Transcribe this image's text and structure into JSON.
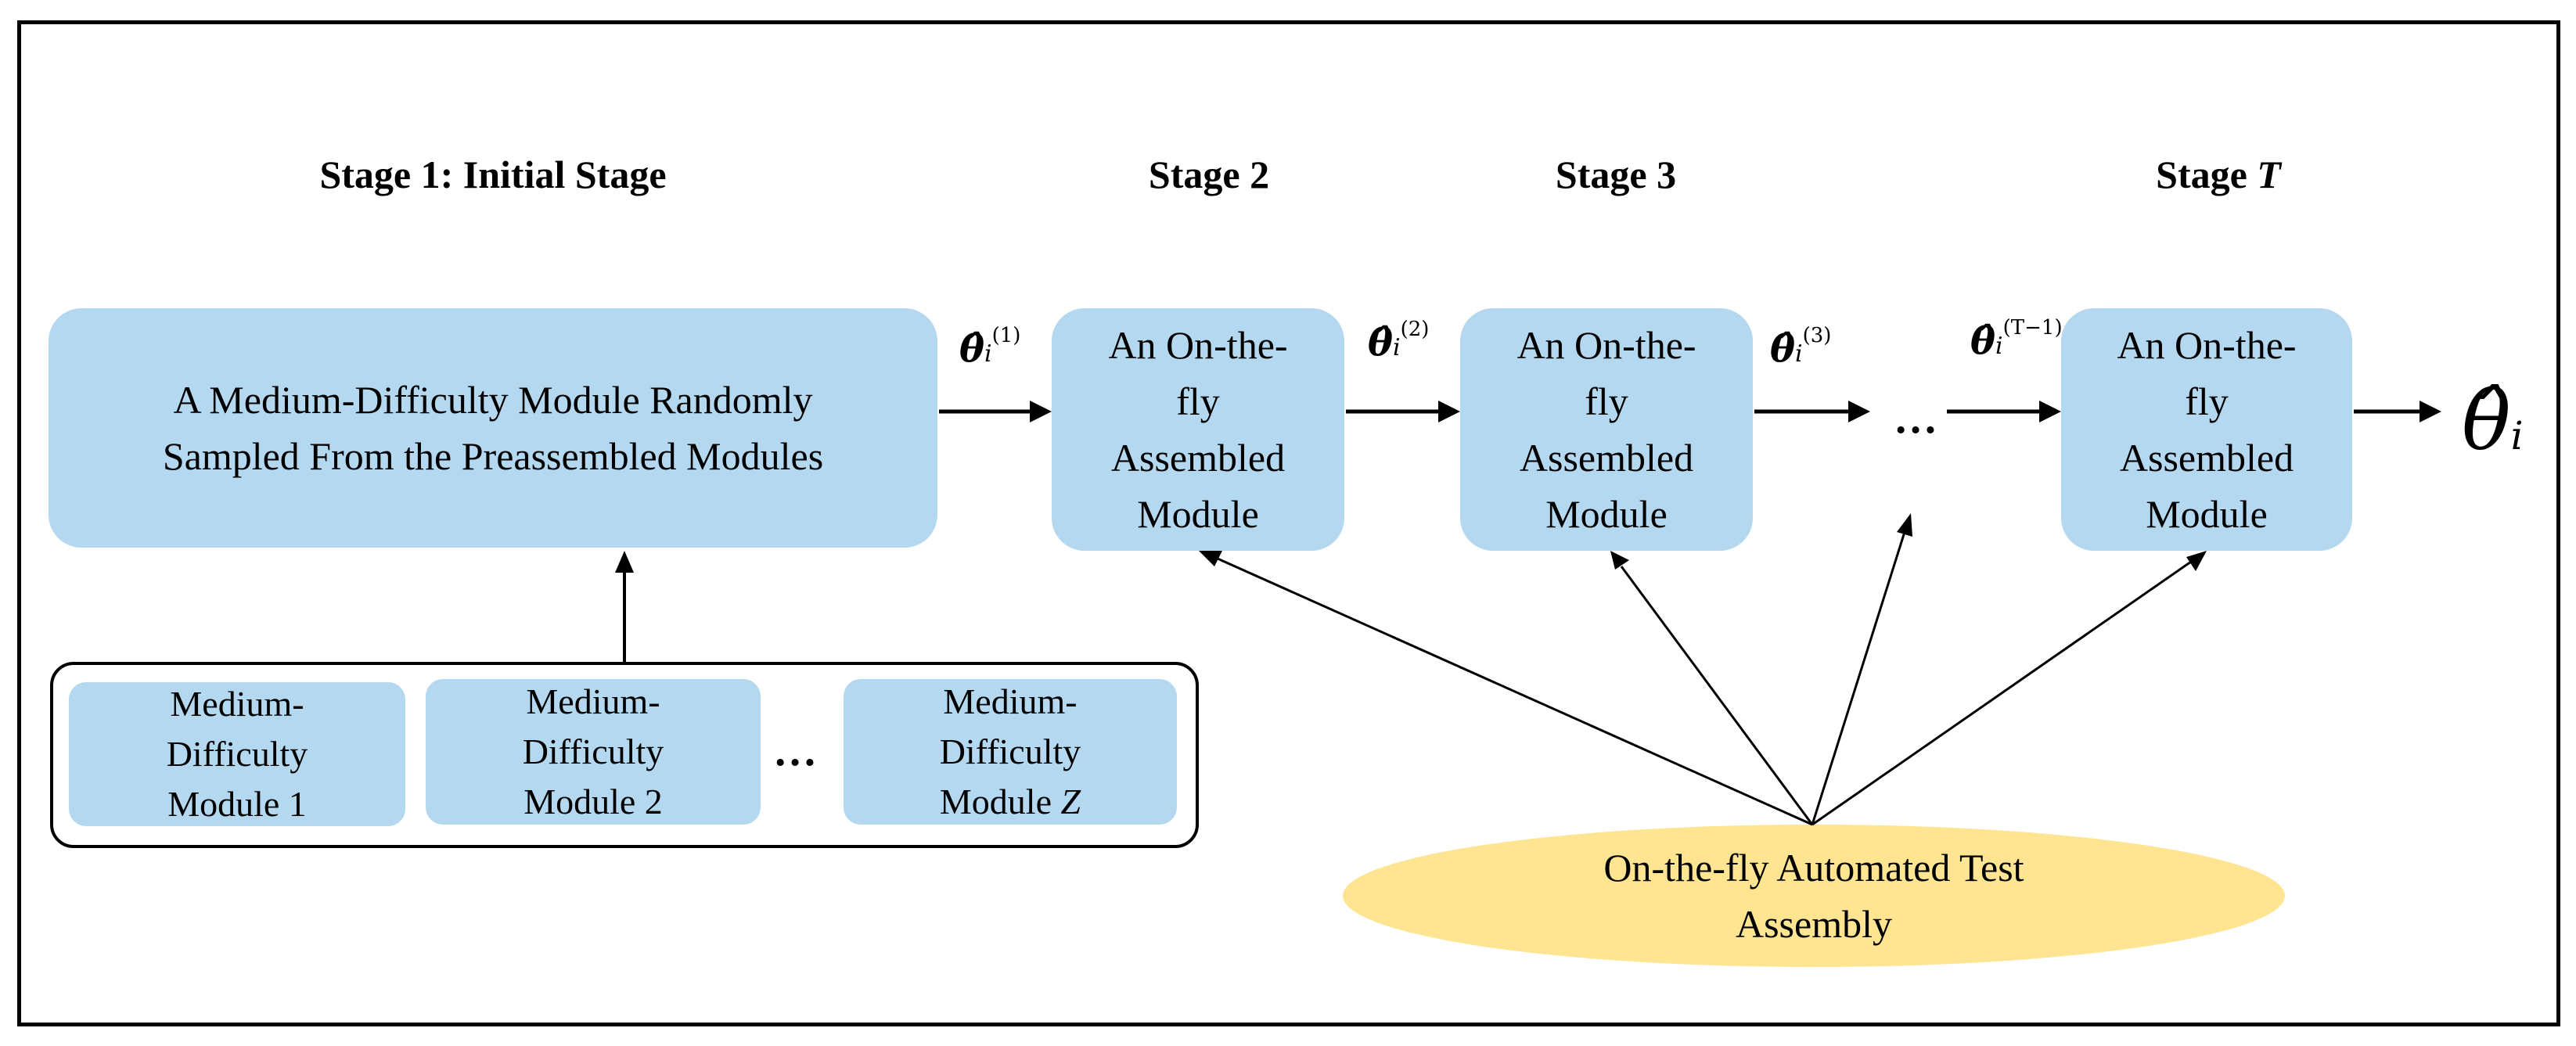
{
  "stages": [
    {
      "label": "Stage 1: Initial Stage"
    },
    {
      "label": "Stage 2"
    },
    {
      "label": "Stage 3"
    },
    {
      "label_prefix": "Stage ",
      "label_var": "T"
    }
  ],
  "initial_module": "A Medium-Difficulty  Module Randomly\nSampled From the Preassembled  Modules",
  "onfly_module": "An On-the-\nfly\nAssembled\nModule",
  "pool_modules": [
    {
      "text": "Medium-\nDifficulty\nModule 1"
    },
    {
      "text": "Medium-\nDifficulty\nModule 2"
    },
    {
      "text_prefix": "Medium-\nDifficulty\nModule ",
      "text_var": "Z"
    }
  ],
  "pool_ellipsis": "…",
  "chain_ellipsis": "…",
  "estimates": [
    {
      "symbol": "θ̂",
      "subscript": "i",
      "superscript": "(1)"
    },
    {
      "symbol": "θ̂",
      "subscript": "i",
      "superscript": "(2)"
    },
    {
      "symbol": "θ̂",
      "subscript": "i",
      "superscript": "(3)"
    },
    {
      "symbol": "θ̂",
      "subscript": "i",
      "superscript": "(T−1)"
    }
  ],
  "final_estimate": {
    "symbol": "θ̂",
    "subscript": "i"
  },
  "assembly_ellipse": "On-the-fly Automated Test\nAssembly",
  "colors": {
    "module_fill": "#b4d8f0",
    "ellipse_fill": "#ffe491",
    "frame": "#000000"
  }
}
